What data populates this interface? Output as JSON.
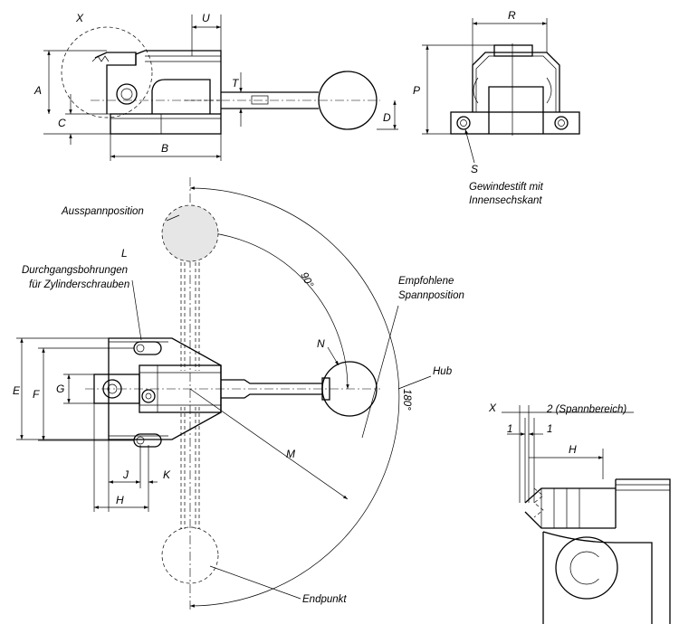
{
  "dimensions": {
    "X": "X",
    "U": "U",
    "R": "R",
    "A": "A",
    "C": "C",
    "T": "T",
    "D": "D",
    "P": "P",
    "B": "B",
    "S": "S",
    "L": "L",
    "E": "E",
    "F": "F",
    "G": "G",
    "J": "J",
    "K": "K",
    "H": "H",
    "N": "N",
    "M": "M"
  },
  "labels": {
    "set_screw_line1": "Gewindestift mit",
    "set_screw_line2": "Innensechskant",
    "release_position": "Ausspannposition",
    "through_holes_line1": "Durchgangsbohrungen",
    "through_holes_line2": "für Zylinderschrauben",
    "recommended_line1": "Empfohlene",
    "recommended_line2": "Spannposition",
    "stroke": "Hub",
    "angle_90": "90°",
    "angle_180": "180°",
    "end_point": "Endpunkt"
  },
  "detail": {
    "clamping_range": "2 (Spannbereich)",
    "offset_left": "1",
    "offset_right": "1",
    "X": "X",
    "H": "H"
  }
}
